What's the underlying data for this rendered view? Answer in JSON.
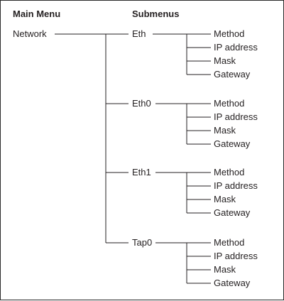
{
  "headers": {
    "main_menu": "Main Menu",
    "submenus": "Submenus"
  },
  "root": "Network",
  "submenus": [
    {
      "label": "Eth",
      "items": [
        "Method",
        "IP address",
        "Mask",
        "Gateway"
      ]
    },
    {
      "label": "Eth0",
      "items": [
        "Method",
        "IP address",
        "Mask",
        "Gateway"
      ]
    },
    {
      "label": "Eth1",
      "items": [
        "Method",
        "IP address",
        "Mask",
        "Gateway"
      ]
    },
    {
      "label": "Tap0",
      "items": [
        "Method",
        "IP address",
        "Mask",
        "Gateway"
      ]
    }
  ],
  "colors": {
    "line": "#231f20",
    "text": "#231f20",
    "border": "#2a2a2a"
  }
}
